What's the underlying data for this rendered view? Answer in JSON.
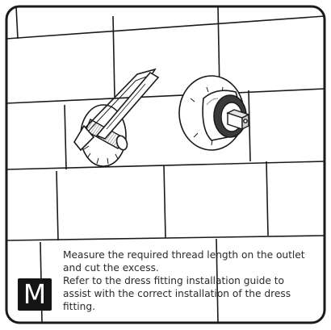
{
  "step": {
    "letter": "M"
  },
  "instructions": {
    "line1": "Measure the required thread length on the outlet and cut the excess.",
    "line2": "Refer to the dress fitting installation guide to assist with the correct installation of the dress fitting."
  },
  "icons": [
    "hacksaw-icon",
    "threaded-outlet-icon",
    "valve-body-icon",
    "spindle-icon"
  ],
  "colors": {
    "line": "#1a1a1a",
    "badge": "#141414",
    "shade": "#8c8c8c"
  }
}
